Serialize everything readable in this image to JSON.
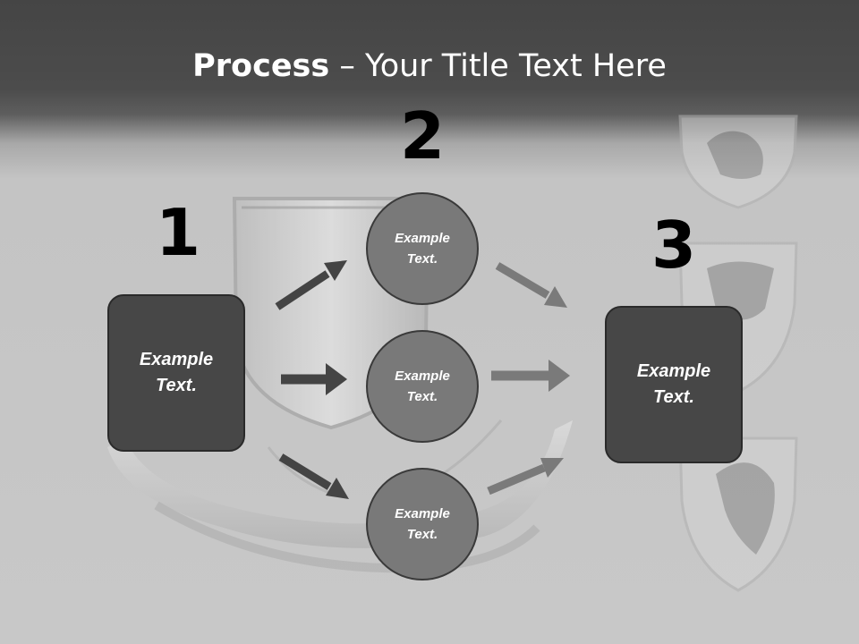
{
  "title": {
    "bold": "Process",
    "rest": " – Your Title Text Here"
  },
  "steps": {
    "one": "1",
    "two": "2",
    "three": "3"
  },
  "left_box": {
    "text": "Example Text."
  },
  "right_box": {
    "text": "Example Text."
  },
  "circles": [
    {
      "text": "Example Text."
    },
    {
      "text": "Example Text."
    },
    {
      "text": "Example Text."
    }
  ],
  "colors": {
    "dark_arrow": "#444444",
    "light_arrow": "#7a7a7a",
    "box_fill": "#474747",
    "circle_fill": "#797979",
    "header": "#4a4a4a",
    "background": "#c8c8c8"
  }
}
